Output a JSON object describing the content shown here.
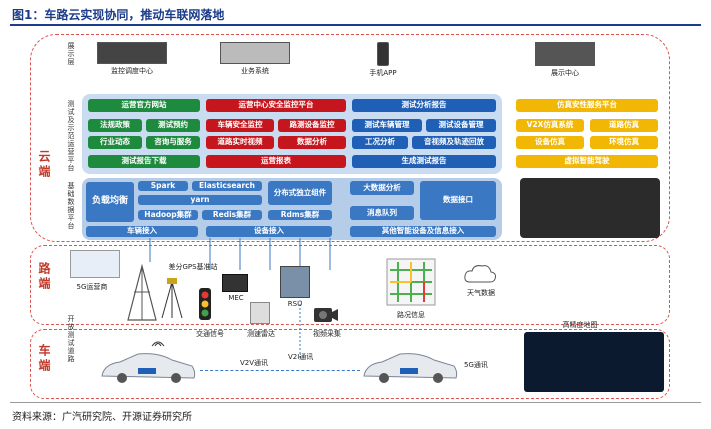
{
  "figure": {
    "title": "图1：车路云实现协同，推动车联网落地",
    "source": "资料来源：广汽研究院、开源证券研究所"
  },
  "regions": {
    "cloud": "云端",
    "road": "路端",
    "car": "车端"
  },
  "side_labels": {
    "display_layer": "展示层",
    "test_platform": "测试及示范运营平台",
    "base_platform": "基础数据平台",
    "open_test_road": "开放测试道路"
  },
  "top_row": {
    "monitor_center": "监控调度中心",
    "business_system": "业务系统",
    "mobile_app": "手机APP",
    "display_center": "展示中心"
  },
  "test_platform": {
    "green": {
      "header": "运营官方网站",
      "items": [
        "法规政策",
        "测试预约",
        "行业动态",
        "咨询与服务"
      ],
      "footer": "测试报告下载"
    },
    "red": {
      "header": "运营中心安全监控平台",
      "items": [
        "车辆安全监控",
        "路测设备监控",
        "道路实时视频",
        "数据分析"
      ],
      "footer": "运营报表"
    },
    "blue": {
      "header": "测试分析报告",
      "items": [
        "测试车辆管理",
        "测试设备管理",
        "工况分析",
        "音视频及轨迹回放"
      ],
      "footer": "生成测试报告"
    },
    "yellow": {
      "header": "仿真安性服务平台",
      "items": [
        "V2X仿真系统",
        "道路仿真",
        "设备仿真",
        "环境仿真"
      ],
      "footer": "虚拟智能驾驶"
    }
  },
  "base_platform": {
    "load_balance": "负载均衡",
    "spark": "Spark",
    "elasticsearch": "Elasticsearch",
    "yarn": "yarn",
    "hadoop": "Hadoop集群",
    "redis": "Redis集群",
    "rdms": "Rdms集群",
    "distributed": "分布式独立组件",
    "bigdata": "大数据分析",
    "mq": "消息队列",
    "data_api": "数据接口",
    "vehicle_access": "车辆接入",
    "device_access": "设备接入",
    "other_access": "其他智能设备及信息接入"
  },
  "road": {
    "fiveg_operator": "5G运营商",
    "gps_station": "差分GPS基准站",
    "mec": "MEC",
    "traffic_signal": "交通信号",
    "radar": "测速雷达",
    "rsu": "RSU",
    "camera": "视频采集",
    "traffic_info": "路况信息",
    "weather": "天气数据",
    "hd_map": "高精度地图"
  },
  "car": {
    "v2v": "V2V通讯",
    "v2i": "V2I通讯",
    "fiveg_comm": "5G通讯"
  }
}
